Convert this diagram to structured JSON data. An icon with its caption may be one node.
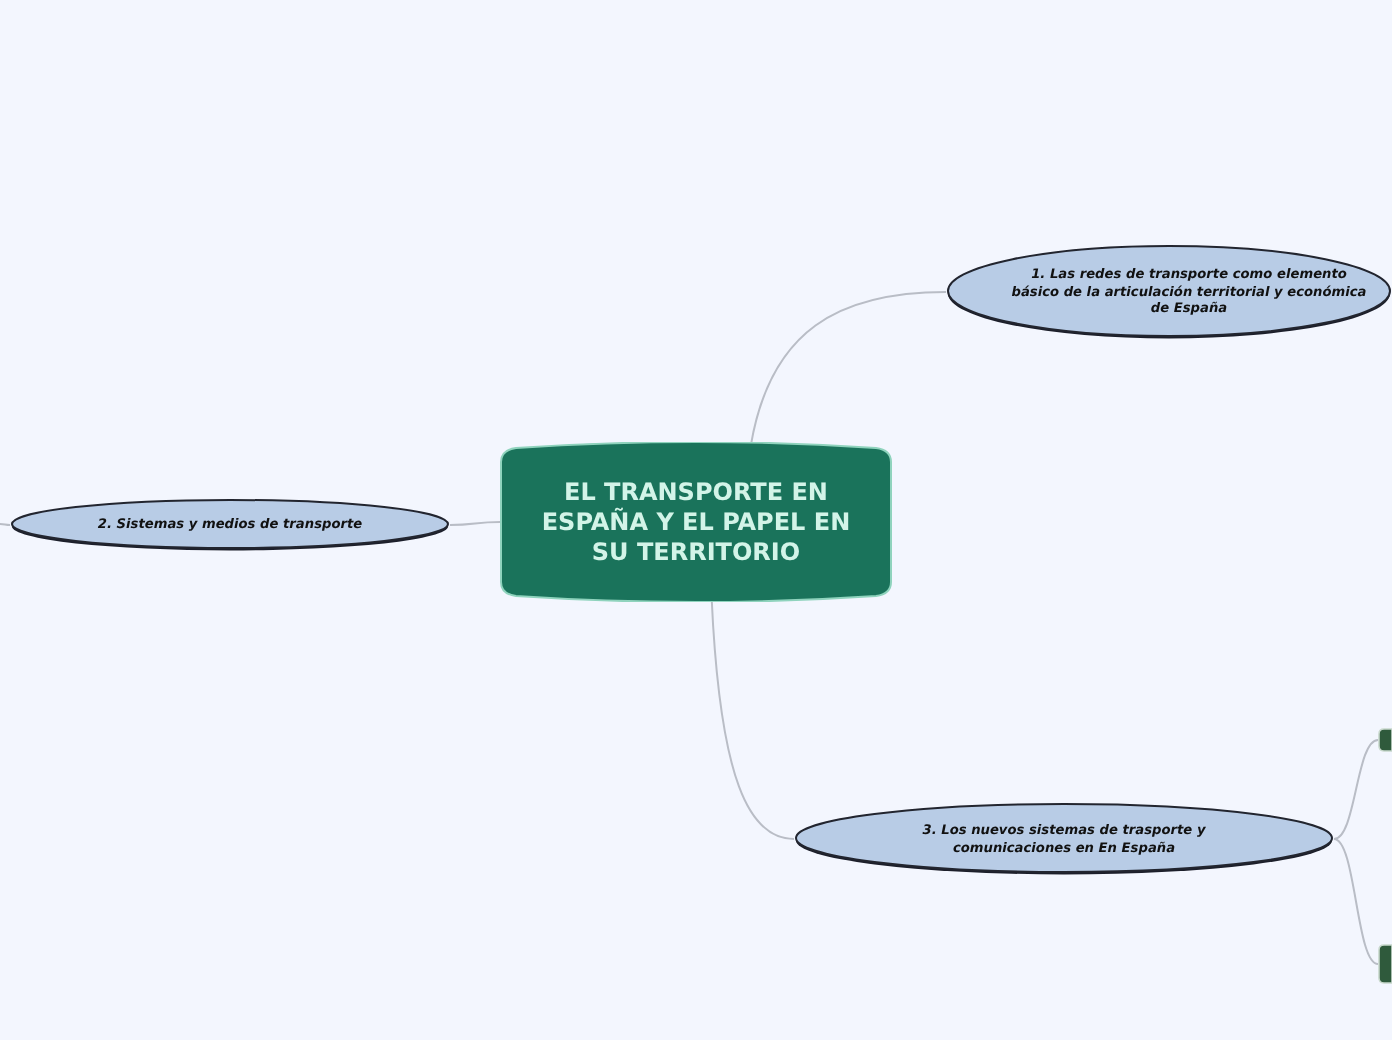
{
  "diagram": {
    "nodes": [
      {
        "text": [
          "EL TRANSPORTE EN ESPAÑA Y EL PAPEL EN SU TERRITORIO"
        ]
      },
      {
        "text": [
          "1. Las redes de transporte como elemento básico de la articulación territorial y económica de España"
        ]
      },
      {
        "text": [
          "2. Sistemas y medios de transporte"
        ]
      },
      {
        "text": [
          "3. Los nuevos sistemas de trasporte y comunicaciones en En España"
        ]
      },
      {
        "text": [],
        "shape": "box"
      },
      {
        "text": [],
        "shape": "box"
      }
    ],
    "edges": [
      {
        "from": 0,
        "to": 1,
        "arrow": "none"
      },
      {
        "from": 0,
        "to": 2,
        "arrow": "none"
      },
      {
        "from": 0,
        "to": 3,
        "arrow": "none"
      },
      {
        "from": 3,
        "to": 4,
        "arrow": "none"
      },
      {
        "from": 3,
        "to": 5,
        "arrow": "none"
      },
      {
        "from": 2,
        "to": null,
        "arrow": "none"
      }
    ]
  }
}
